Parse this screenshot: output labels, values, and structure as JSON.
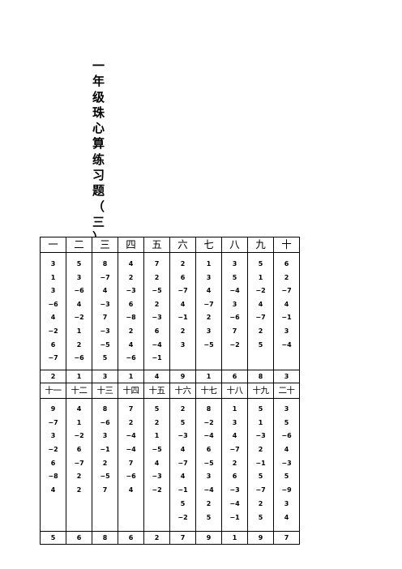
{
  "title_chars": [
    "一",
    "年",
    "级",
    "珠",
    "心",
    "算",
    "练",
    "习",
    "题",
    "（",
    "三",
    "）"
  ],
  "block1": {
    "headers": [
      "一",
      "二",
      "三",
      "四",
      "五",
      "六",
      "七",
      "八",
      "九",
      "十"
    ],
    "columns": [
      [
        "3",
        "1",
        "3",
        "−6",
        "4",
        "−2",
        "6",
        "−7"
      ],
      [
        "5",
        "3",
        "−6",
        "4",
        "−2",
        "1",
        "2",
        "−6"
      ],
      [
        "8",
        "−7",
        "4",
        "−3",
        "7",
        "−3",
        "−5",
        "5"
      ],
      [
        "4",
        "2",
        "−3",
        "6",
        "−8",
        "2",
        "4",
        "−6"
      ],
      [
        "7",
        "2",
        "−5",
        "2",
        "−3",
        "6",
        "−4",
        "−1"
      ],
      [
        "2",
        "6",
        "−7",
        "4",
        "−1",
        "2",
        "3"
      ],
      [
        "1",
        "3",
        "4",
        "−7",
        "2",
        "3",
        "−5"
      ],
      [
        "3",
        "5",
        "−4",
        "3",
        "−6",
        "7",
        "−2"
      ],
      [
        "5",
        "1",
        "−2",
        "4",
        "−7",
        "2",
        "5"
      ],
      [
        "6",
        "2",
        "−7",
        "4",
        "−1",
        "3",
        "−4"
      ]
    ],
    "answers": [
      "2",
      "1",
      "3",
      "1",
      "4",
      "9",
      "1",
      "6",
      "8",
      "3"
    ]
  },
  "block2": {
    "headers": [
      "十一",
      "十二",
      "十三",
      "十四",
      "十五",
      "十六",
      "十七",
      "十八",
      "十九",
      "二十"
    ],
    "columns": [
      [
        "9",
        "−7",
        "3",
        "−2",
        "6",
        "−8",
        "4"
      ],
      [
        "4",
        "1",
        "−2",
        "6",
        "−7",
        "2",
        "2"
      ],
      [
        "8",
        "−6",
        "3",
        "−1",
        "2",
        "−5",
        "7"
      ],
      [
        "7",
        "2",
        "−4",
        "−4",
        "7",
        "−6",
        "4"
      ],
      [
        "5",
        "2",
        "1",
        "−5",
        "4",
        "−3",
        "−2"
      ],
      [
        "2",
        "5",
        "−3",
        "4",
        "−7",
        "4",
        "−1",
        "5",
        "−2"
      ],
      [
        "8",
        "−2",
        "−4",
        "6",
        "−5",
        "3",
        "−4",
        "2",
        "5"
      ],
      [
        "1",
        "3",
        "4",
        "−7",
        "2",
        "6",
        "−3",
        "−4",
        "−1"
      ],
      [
        "5",
        "1",
        "−3",
        "2",
        "−1",
        "5",
        "−7",
        "2",
        "5"
      ],
      [
        "3",
        "5",
        "−6",
        "4",
        "−3",
        "5",
        "−9",
        "3",
        "4"
      ]
    ],
    "answers": [
      "5",
      "6",
      "8",
      "6",
      "2",
      "7",
      "9",
      "1",
      "9",
      "7"
    ]
  }
}
